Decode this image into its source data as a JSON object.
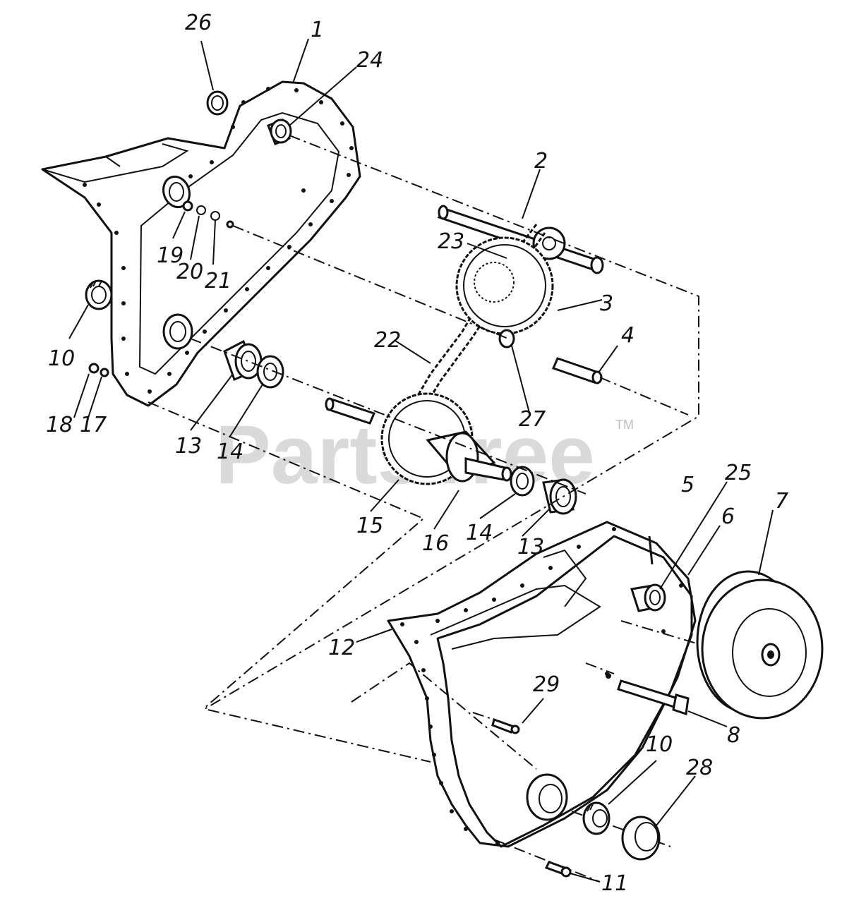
{
  "watermark": {
    "text": "PartsTree",
    "trademark": "TM"
  },
  "callouts": [
    {
      "id": "26",
      "text": "26"
    },
    {
      "id": "1",
      "text": "1"
    },
    {
      "id": "24",
      "text": "24"
    },
    {
      "id": "2",
      "text": "2"
    },
    {
      "id": "23",
      "text": "23"
    },
    {
      "id": "19",
      "text": "19"
    },
    {
      "id": "20",
      "text": "20"
    },
    {
      "id": "21",
      "text": "21"
    },
    {
      "id": "3",
      "text": "3"
    },
    {
      "id": "10a",
      "text": "10"
    },
    {
      "id": "4",
      "text": "4"
    },
    {
      "id": "22",
      "text": "22"
    },
    {
      "id": "27",
      "text": "27"
    },
    {
      "id": "18",
      "text": "18"
    },
    {
      "id": "17",
      "text": "17"
    },
    {
      "id": "13a",
      "text": "13"
    },
    {
      "id": "14a",
      "text": "14"
    },
    {
      "id": "15",
      "text": "15"
    },
    {
      "id": "16",
      "text": "16"
    },
    {
      "id": "14b",
      "text": "14"
    },
    {
      "id": "13b",
      "text": "13"
    },
    {
      "id": "5",
      "text": "5"
    },
    {
      "id": "25",
      "text": "25"
    },
    {
      "id": "6",
      "text": "6"
    },
    {
      "id": "7",
      "text": "7"
    },
    {
      "id": "12",
      "text": "12"
    },
    {
      "id": "29",
      "text": "29"
    },
    {
      "id": "8",
      "text": "8"
    },
    {
      "id": "10b",
      "text": "10"
    },
    {
      "id": "28",
      "text": "28"
    },
    {
      "id": "11",
      "text": "11"
    }
  ]
}
